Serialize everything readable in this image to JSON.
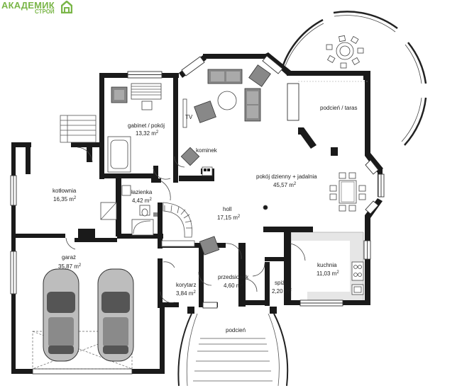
{
  "brand": {
    "name": "АКАДЕМИК",
    "sub": "СТРОЙ",
    "color": "#7ab648"
  },
  "rooms": {
    "gabinet": {
      "name": "gabinet / pokój",
      "area": "13,32 m",
      "sup": "2"
    },
    "kotlownia": {
      "name": "kotłownia",
      "area": "16,35 m",
      "sup": "2"
    },
    "lazienka": {
      "name": "łazienka",
      "area": "4,42 m",
      "sup": "2"
    },
    "hol": {
      "name": "holl",
      "area": "17,15 m",
      "sup": "2"
    },
    "pokoj": {
      "name": "pokój dzienny + jadalnia",
      "area": "45,57 m",
      "sup": "2"
    },
    "podcien_taras": {
      "name": "podcień / taras"
    },
    "garaz": {
      "name": "garaż",
      "area": "35,87 m",
      "sup": "2"
    },
    "przedsionek": {
      "name": "przedsionek",
      "area": "4,60 m",
      "sup": "2"
    },
    "korytarz": {
      "name": "korytarz",
      "area": "3,84 m",
      "sup": "2"
    },
    "spiz": {
      "name": "spiż.",
      "area": "2,20 m",
      "sup": "2"
    },
    "kuchnia": {
      "name": "kuchnia",
      "area": "11,03 m",
      "sup": "2"
    },
    "podcien": {
      "name": "podcień"
    }
  },
  "fixtures": {
    "tv": "TV",
    "kominek": "kominek"
  },
  "colors": {
    "wall": "#1a1a1a",
    "kitchen_fill": "#e6e6e6",
    "window": "#cccccc"
  }
}
